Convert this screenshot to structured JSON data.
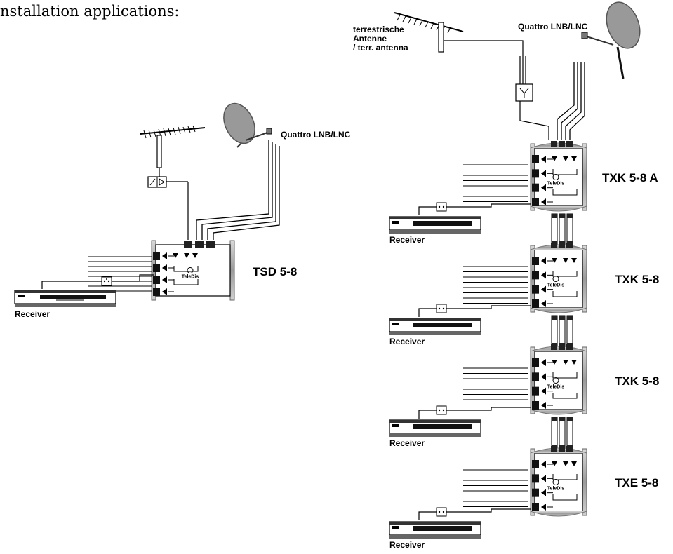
{
  "heading": "nstallation applications:",
  "left": {
    "lnb_label": "Quattro LNB/LNC",
    "unit_label": "TSD 5-8",
    "receiver_label": "Receiver",
    "brand": "TeleDis"
  },
  "right": {
    "antenna_lines": [
      "terrestrische",
      "Antenne",
      "/ terr. antenna"
    ],
    "lnb_label": "Quattro LNB/LNC",
    "units": [
      {
        "label": "TXK 5-8 A",
        "receiver_label": "Receiver"
      },
      {
        "label": "TXK 5-8",
        "receiver_label": "Receiver"
      },
      {
        "label": "TXK 5-8",
        "receiver_label": "Receiver"
      },
      {
        "label": "TXE 5-8",
        "receiver_label": "Receiver"
      }
    ],
    "brand": "TeleDis"
  }
}
